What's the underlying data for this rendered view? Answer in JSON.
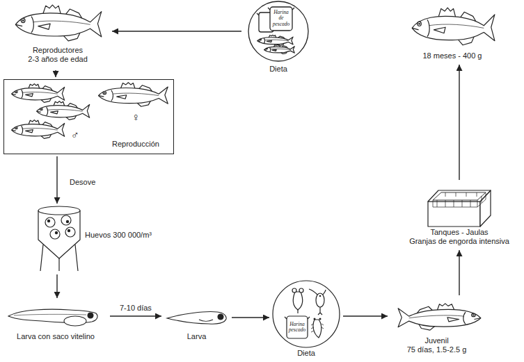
{
  "diagram": {
    "nodes": [
      {
        "text": [
          "Reproductores",
          "2-3 años de edad"
        ]
      },
      {
        "text": [
          "Dieta"
        ]
      },
      {
        "text": [
          "18 meses - 400 g"
        ]
      },
      {
        "text": [
          "♀",
          "♂",
          "Reproducción"
        ]
      },
      {
        "text": [
          "Tanques - Jaulas",
          "Granjas de engorda intensiva"
        ]
      },
      {
        "text": [
          "Huevos 300 000/m³"
        ]
      },
      {
        "text": [
          "Larva con saco vitelino"
        ]
      },
      {
        "text": [
          "Larva"
        ]
      },
      {
        "text": [
          "Dieta"
        ]
      },
      {
        "text": [
          "Juvenil",
          "75 días, 1.5-2.5 g"
        ]
      }
    ],
    "edges": [
      {
        "from": 1,
        "to": 0,
        "arrow": "to"
      },
      {
        "from": 0,
        "to": 3,
        "arrow": "to"
      },
      {
        "from": 3,
        "to": 5,
        "label": "Desove",
        "arrow": "to"
      },
      {
        "from": 5,
        "to": 6,
        "arrow": "to"
      },
      {
        "from": 6,
        "to": 7,
        "label": "7-10 días",
        "arrow": "to"
      },
      {
        "from": 7,
        "to": 8,
        "arrow": "to"
      },
      {
        "from": 8,
        "to": 9,
        "arrow": "to"
      },
      {
        "from": 9,
        "to": 4,
        "arrow": "to"
      },
      {
        "from": 4,
        "to": 2,
        "arrow": "to"
      }
    ],
    "labels": [
      "Harina de pescado",
      "Harina pescado"
    ]
  }
}
